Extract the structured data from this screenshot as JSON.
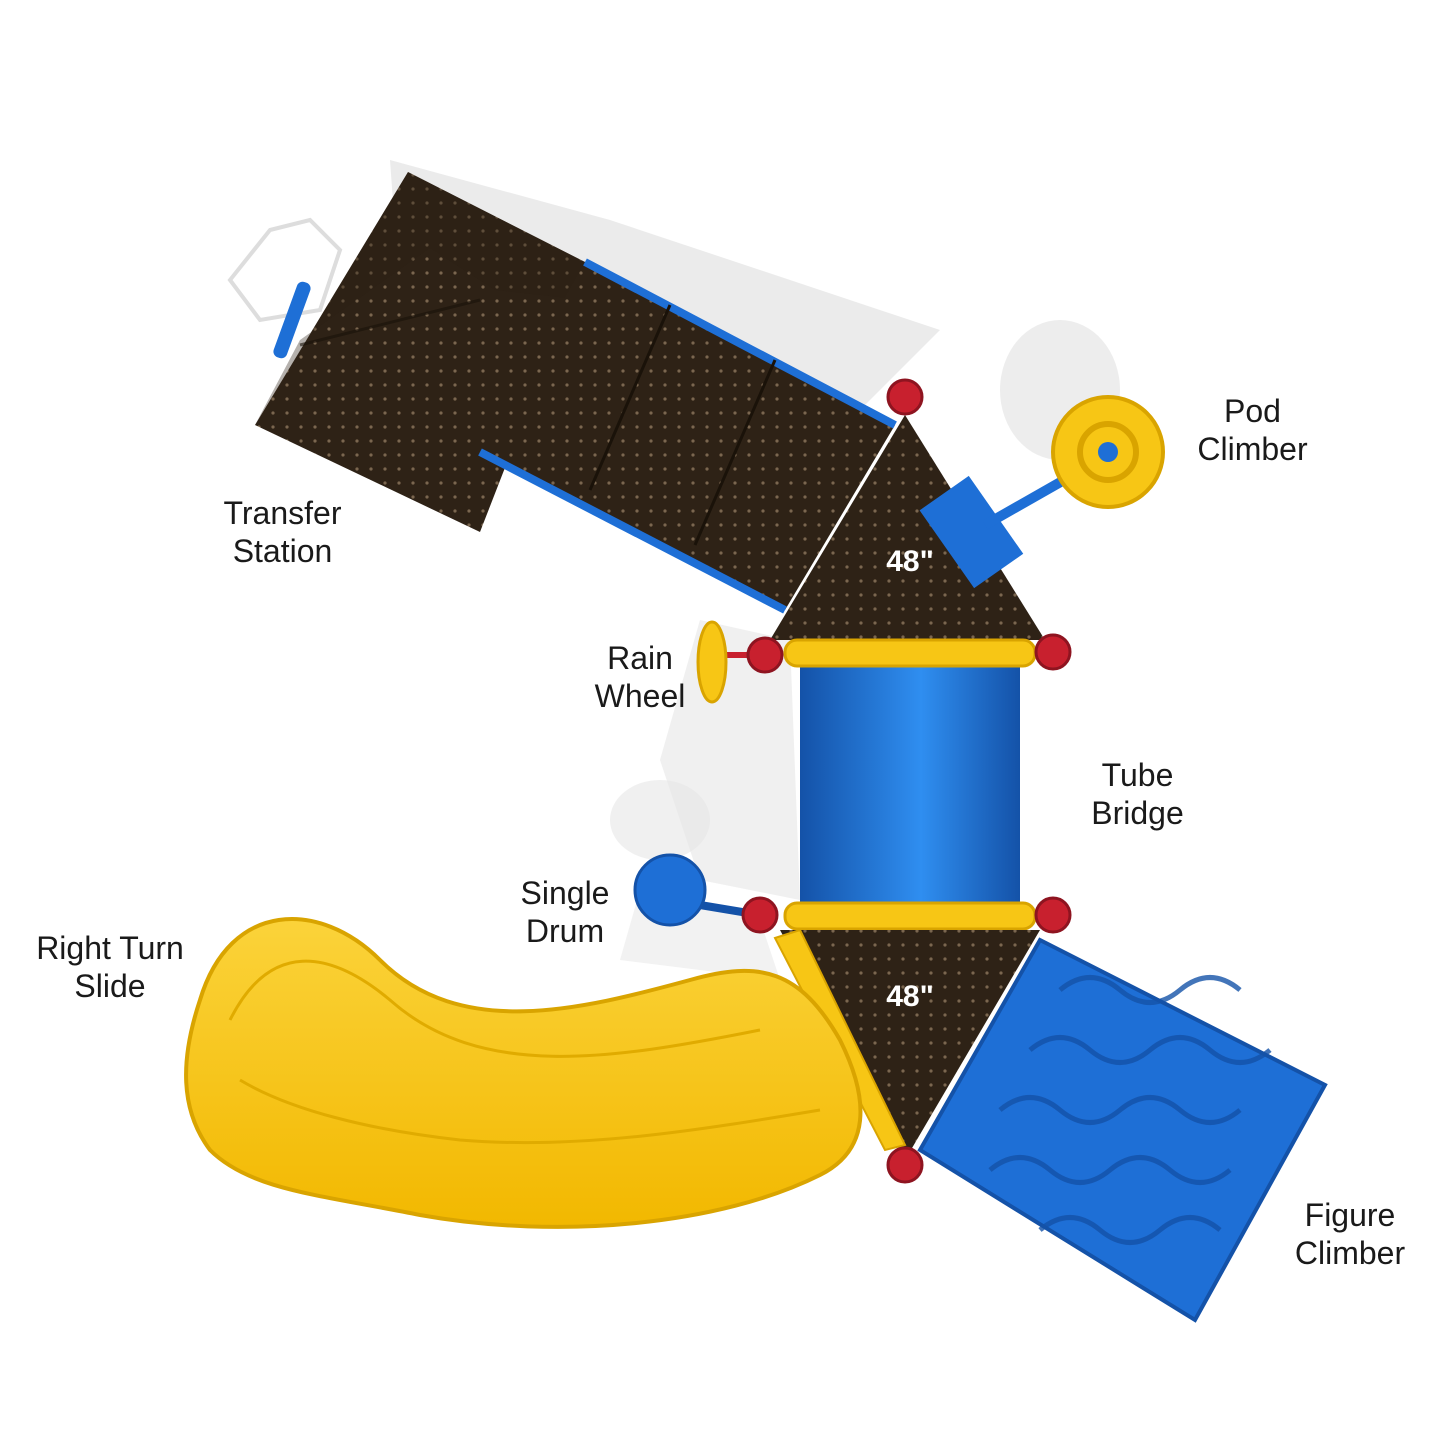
{
  "colors": {
    "deck": "#2e2216",
    "deck_dots": "#6d5a45",
    "blue": "#1e6fd6",
    "blue_dark": "#1452a8",
    "yellow": "#f7c615",
    "yellow_dark": "#d9a400",
    "red": "#c8202e",
    "shadow": "#e4e4e4"
  },
  "labels": {
    "transfer_station": [
      "Transfer",
      "Station"
    ],
    "pod_climber": [
      "Pod",
      "Climber"
    ],
    "rain_wheel": [
      "Rain",
      "Wheel"
    ],
    "tube_bridge": [
      "Tube",
      "Bridge"
    ],
    "single_drum": [
      "Single",
      "Drum"
    ],
    "right_turn_slide": [
      "Right Turn",
      "Slide"
    ],
    "figure_climber": [
      "Figure",
      "Climber"
    ]
  },
  "decks": {
    "upper_height": "48\"",
    "lower_height": "48\""
  }
}
